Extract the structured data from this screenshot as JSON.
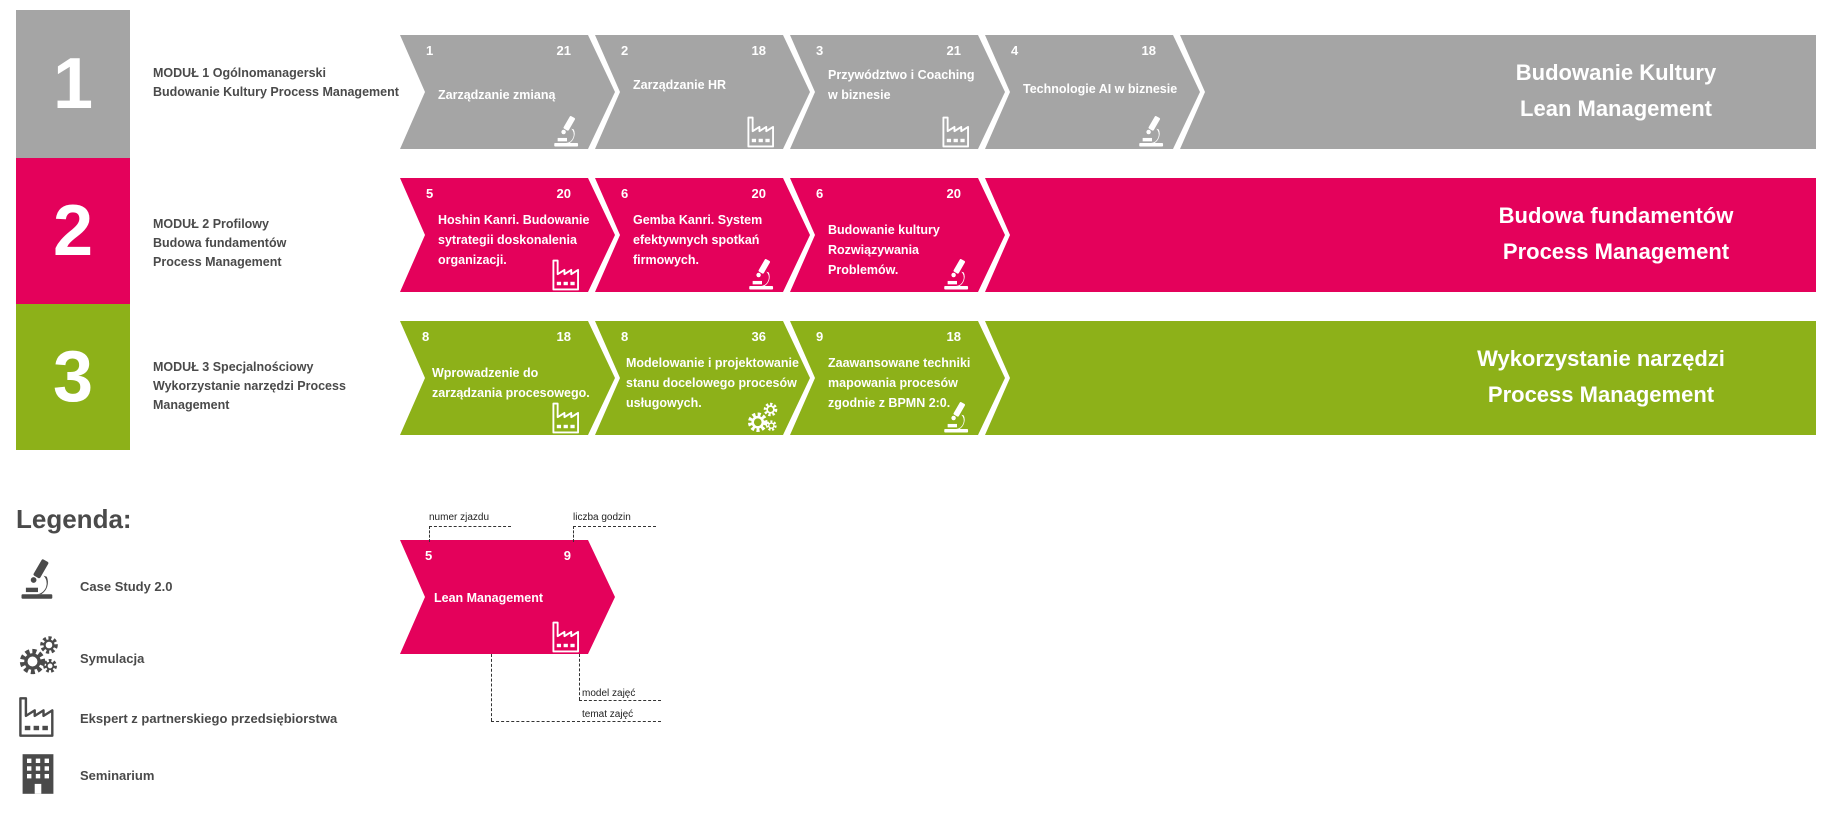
{
  "colors": {
    "gray": "#a5a5a5",
    "pink": "#e4015b",
    "green": "#8db119",
    "text": "#4a4a4a"
  },
  "modules": [
    {
      "number": "1",
      "color": "#a5a5a5",
      "desc": "MODUŁ 1 Ogólnomanagerski\nBudowanie Kultury Process Management",
      "band_title": "Budowanie Kultury\nLean Management",
      "sessions": [
        {
          "num": "1",
          "hours": "21",
          "title": "Zarządzanie zmianą",
          "icon": "microscope-icon"
        },
        {
          "num": "2",
          "hours": "18",
          "title": "Zarządzanie HR",
          "icon": "factory-icon"
        },
        {
          "num": "3",
          "hours": "21",
          "title": "Przywództwo i Coaching\nw biznesie",
          "icon": "factory-icon"
        },
        {
          "num": "4",
          "hours": "18",
          "title": "Technologie AI w biznesie",
          "icon": "microscope-icon"
        }
      ]
    },
    {
      "number": "2",
      "color": "#e4015b",
      "desc": "MODUŁ 2 Profilowy\nBudowa fundamentów\nProcess Management",
      "band_title": "Budowa fundamentów\nProcess Management",
      "sessions": [
        {
          "num": "5",
          "hours": "20",
          "title": "Hoshin Kanri. Budowanie\nsytrategii doskonalenia\norganizacji.",
          "icon": "factory-icon"
        },
        {
          "num": "6",
          "hours": "20",
          "title": "Gemba Kanri. System\nefektywnych spotkań\nfirmowych.",
          "icon": "microscope-icon"
        },
        {
          "num": "6",
          "hours": "20",
          "title": "Budowanie kultury\nRozwiązywania\nProblemów.",
          "icon": "microscope-icon"
        }
      ]
    },
    {
      "number": "3",
      "color": "#8db119",
      "desc": "MODUŁ 3 Specjalnościowy\nWykorzystanie narzędzi Process\nManagement",
      "band_title": "Wykorzystanie narzędzi\nProcess Management",
      "sessions": [
        {
          "num": "8",
          "hours": "18",
          "title": "Wprowadzenie do\nzarządzania procesowego.",
          "icon": "factory-icon"
        },
        {
          "num": "8",
          "hours": "36",
          "title": "Modelowanie i projektowanie\nstanu docelowego procesów\nusługowych.",
          "icon": "gears-icon"
        },
        {
          "num": "9",
          "hours": "18",
          "title": "Zaawansowane techniki\nmapowania procesów\nzgodnie z BPMN 2:0.",
          "icon": "microscope-icon"
        }
      ]
    }
  ],
  "legend": {
    "title": "Legenda:",
    "items": [
      {
        "icon": "microscope-icon",
        "label": "Case Study 2.0"
      },
      {
        "icon": "gears-icon",
        "label": "Symulacja"
      },
      {
        "icon": "factory-icon",
        "label": "Ekspert z partnerskiego przedsiębiorstwa"
      },
      {
        "icon": "building-icon",
        "label": "Seminarium"
      }
    ],
    "example": {
      "num": "5",
      "hours": "9",
      "title": "Lean Management",
      "icon": "factory-icon"
    },
    "callouts": {
      "session_number": "numer zjazdu",
      "hours": "liczba godzin",
      "class_model": "model zajęć",
      "class_topic": "temat zajęć"
    }
  }
}
